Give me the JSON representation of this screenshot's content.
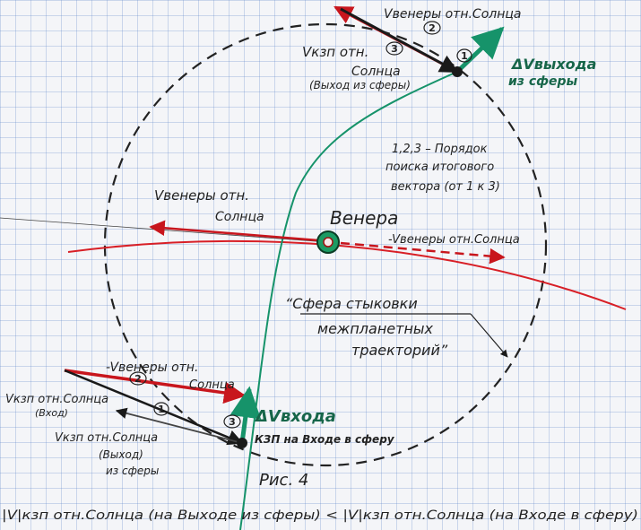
{
  "labels": {
    "v_venus_top": "Vвенеры отн.Солнца",
    "v_kzp_top_1": "Vкзп отн.",
    "v_kzp_top_2": "Солнца",
    "v_kzp_top_3": "(Выход из сферы)",
    "dv_exit_1": "ΔVвыхода",
    "dv_exit_2": "из сферы",
    "order_1": "1,2,3 – Порядок",
    "order_2": "поиска итогового",
    "order_3": "вектора (от 1 к 3)",
    "v_venus_mid_1": "Vвенеры отн.",
    "v_venus_mid_2": "Солнца",
    "venus": "Венера",
    "neg_v_venus": "-Vвенеры отн.Солнца",
    "sphere_1": "“Сфера стыковки",
    "sphere_2": "межпланетных",
    "sphere_3": "траекторий”",
    "neg_v_venus_bottom_1": "-Vвенеры отн.",
    "neg_v_venus_bottom_2": "Солнца",
    "v_kzp_in_1": "Vкзп отн.Солнца",
    "v_kzp_in_2": "(Вход)",
    "v_kzp_out_1": "Vкзп отн.Солнца",
    "v_kzp_out_2": "(Выход)",
    "v_kzp_out_3": "из сферы",
    "dv_entry": "ΔVвхода",
    "kzp_entry": "КЗП на Входе в сферу",
    "fig": "Рис. 4",
    "formula": "|V|кзп отн.Солнца (на Выходе из сферы) < |V|кзп отн.Солнца (на Входе в сферу)"
  },
  "order_numbers": {
    "top_1": "1",
    "top_2": "2",
    "top_3": "3",
    "bottom_1": "1",
    "bottom_2": "2",
    "bottom_3": "3"
  },
  "colors": {
    "red": "#c8161d",
    "black": "#1a1a1a",
    "green": "#16936a",
    "dark_green": "#17664a",
    "grid": "#8fb0dd"
  },
  "icons": [
    "venus-planet-icon"
  ]
}
